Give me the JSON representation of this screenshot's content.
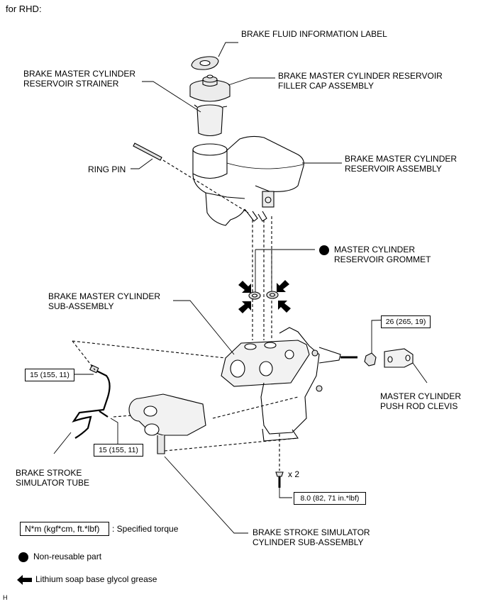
{
  "header": {
    "variant": "for RHD:"
  },
  "labels": {
    "brake_fluid_info_label": "BRAKE FLUID INFORMATION LABEL",
    "reservoir_strainer_1": "BRAKE MASTER CYLINDER",
    "reservoir_strainer_2": "RESERVOIR STRAINER",
    "filler_cap_1": "BRAKE MASTER CYLINDER RESERVOIR",
    "filler_cap_2": "FILLER CAP ASSEMBLY",
    "reservoir_assembly_1": "BRAKE MASTER CYLINDER",
    "reservoir_assembly_2": "RESERVOIR ASSEMBLY",
    "ring_pin": "RING PIN",
    "grommet_1": "MASTER CYLINDER",
    "grommet_2": "RESERVOIR GROMMET",
    "master_cyl_sub_1": "BRAKE MASTER CYLINDER",
    "master_cyl_sub_2": "SUB-ASSEMBLY",
    "clevis_1": "MASTER CYLINDER",
    "clevis_2": "PUSH ROD CLEVIS",
    "sim_tube_1": "BRAKE STROKE",
    "sim_tube_2": "SIMULATOR TUBE",
    "sim_cyl_1": "BRAKE STROKE SIMULATOR",
    "sim_cyl_2": "CYLINDER SUB-ASSEMBLY",
    "bolt_qty": "x 2"
  },
  "torques": {
    "nut": "26 (265, 19)",
    "tube_top": "15 (155, 11)",
    "tube_bottom": "15 (155, 11)",
    "bolt": "8.0 (82, 71 in.*lbf)"
  },
  "legend": {
    "torque_box": "N*m (kgf*cm, ft.*lbf)",
    "torque_desc": ": Specified torque",
    "nonreusable": "Non-reusable part",
    "grease": "Lithium soap base glycol grease"
  },
  "footer": {
    "code": "H"
  }
}
